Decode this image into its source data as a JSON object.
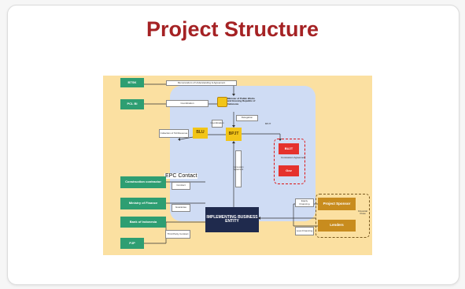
{
  "title": "Project Structure",
  "diagram": {
    "boxes": {
      "bpsk": "BTSK",
      "pcb": "PCL BI",
      "ministry": "Minister of Public Works and Housing Republic of Indonesia",
      "blu": "BLU",
      "bpjt": "BPJT",
      "bujt": "BUJT",
      "gov": "Gov",
      "construction": "Construction contractor",
      "ministry_finance": "Ministry of Finance",
      "bank": "Bank of Indonesia",
      "pjp": "PJP",
      "implementing": "IMPLEMENTING BUSINESS ENTITY",
      "sponsor": "Project Sponsor",
      "lenders": "Lenders"
    },
    "labels": {
      "mou": "Memorandum of Understanding & Agreement",
      "coordination": "Coordination",
      "delegation": "Delegation",
      "coll": "Collection of Toll Revenue",
      "concession": "Concession Agreement",
      "epc": "EPC Contact",
      "contract": "Contract",
      "guarantee": "Guarantee",
      "third_party": "Third Party Contract",
      "equity": "Equity Financing",
      "loan": "Loan Financing",
      "financial_close": "Financial Close"
    }
  }
}
